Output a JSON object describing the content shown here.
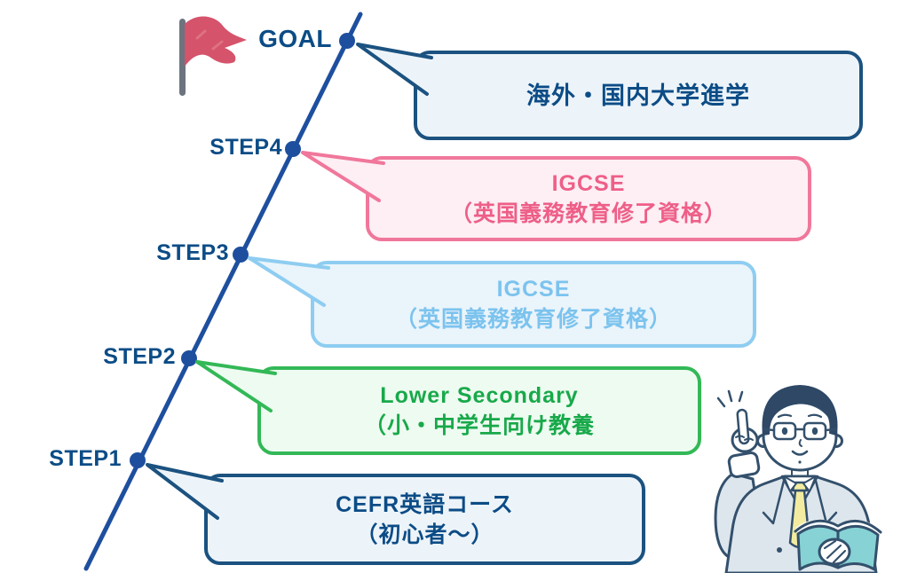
{
  "diagram_title": "Step roadmap to goal",
  "steps": [
    {
      "id": "goal",
      "label": "GOAL",
      "lines": [
        "海外・国内大学進学"
      ],
      "theme": "navy"
    },
    {
      "id": "step4",
      "label": "STEP4",
      "lines": [
        "IGCSE",
        "（英国義務教育修了資格）"
      ],
      "theme": "pink"
    },
    {
      "id": "step3",
      "label": "STEP3",
      "lines": [
        "IGCSE",
        "（英国義務教育修了資格）"
      ],
      "theme": "sky"
    },
    {
      "id": "step2",
      "label": "STEP2",
      "lines": [
        "Lower Secondary",
        "（小・中学生向け教養"
      ],
      "theme": "green"
    },
    {
      "id": "step1",
      "label": "STEP1",
      "lines": [
        "CEFR英語コース",
        "（初心者〜）"
      ],
      "theme": "navy"
    }
  ],
  "colors": {
    "line_blue": "#1e4f9f",
    "label_blue": "#0c4c86",
    "navy_border": "#1b5280",
    "navy_bg": "#edf4f9",
    "navy_text": "#0c4c86",
    "pink_border": "#f0779b",
    "pink_bg": "#fdeff4",
    "pink_text": "#ee5f88",
    "sky_border": "#8ecdf1",
    "sky_bg": "#eaf4fb",
    "sky_text": "#7cc3ee",
    "green_border": "#33b857",
    "green_bg": "#eefbf1",
    "green_text": "#18a94a",
    "flag_red": "#d5536b",
    "flag_pole": "#6d7480",
    "character_outline": "#33506c",
    "character_suit": "#dde6ed",
    "character_tie": "#f3eca0",
    "character_book": "#86d2d5"
  },
  "icons": {
    "flag": "red-goal-flag",
    "character": "teacher-with-glasses-pointing-up-holding-open-book"
  }
}
